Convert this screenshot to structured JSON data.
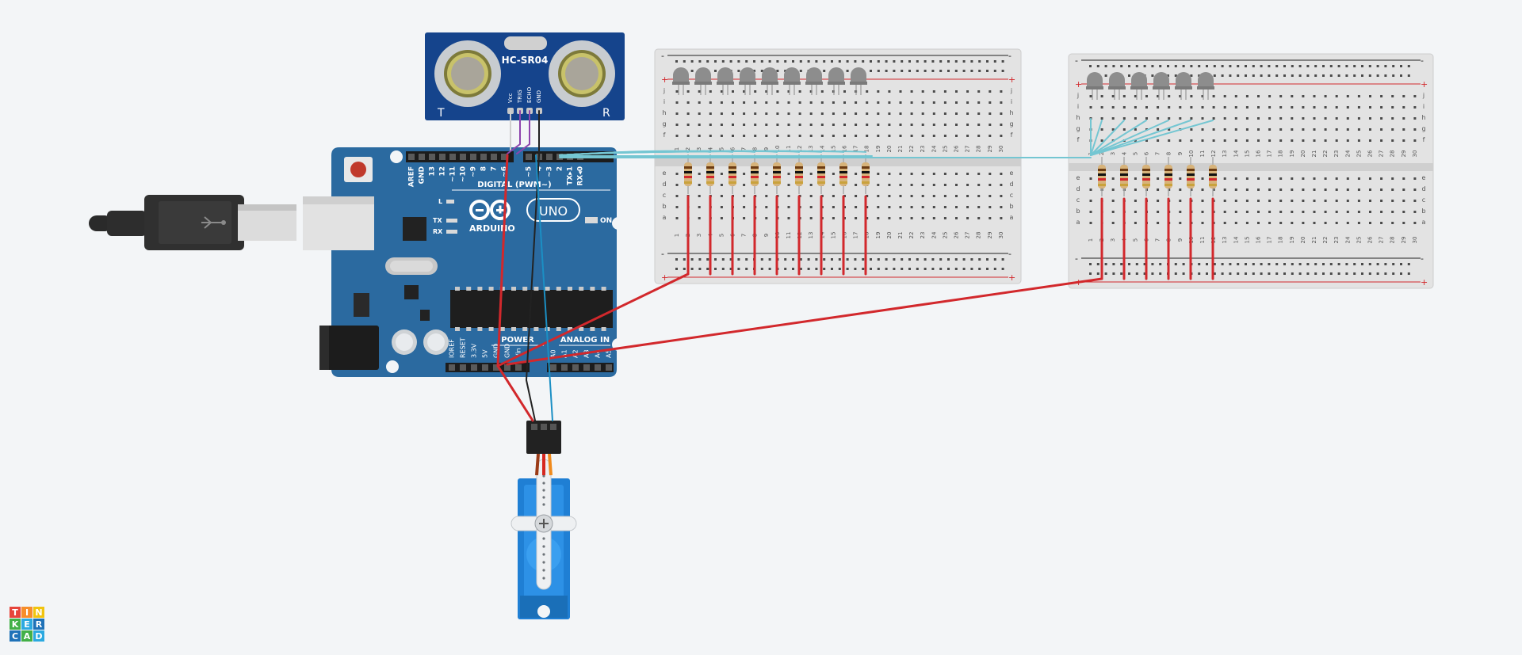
{
  "sensor": {
    "model": "HC-SR04",
    "pins": [
      "Vcc",
      "TRIG",
      "ECHO",
      "GND"
    ],
    "left_letter": "T",
    "right_letter": "R"
  },
  "arduino": {
    "brand": "ARDUINO",
    "model": "UNO",
    "digital_header": "DIGITAL (PWM~)",
    "digital_pins": [
      "AREF",
      "GND",
      "13",
      "12",
      "~11",
      "~10",
      "~9",
      "8",
      "7",
      "~6",
      "~5",
      "4",
      "~3",
      "2",
      "TX▸1",
      "RX◂0"
    ],
    "power_header": "POWER",
    "power_pins": [
      "IOREF",
      "RESET",
      "3.3V",
      "5V",
      "GND",
      "GND",
      "Vin"
    ],
    "analog_header": "ANALOG IN",
    "analog_pins": [
      "A0",
      "A1",
      "A2",
      "A3",
      "A4",
      "A5"
    ],
    "led_labels": [
      "L",
      "TX",
      "RX"
    ],
    "on_label": "ON"
  },
  "breadboard": {
    "row_letters_top": [
      "j",
      "i",
      "h",
      "g",
      "f"
    ],
    "row_letters_bottom": [
      "e",
      "d",
      "c",
      "b",
      "a"
    ],
    "rail_plus": "+",
    "rail_minus": "-",
    "columns": [
      "1",
      "2",
      "3",
      "4",
      "5",
      "6",
      "7",
      "8",
      "9",
      "10",
      "11",
      "12",
      "13",
      "14",
      "15",
      "16",
      "17",
      "18",
      "19",
      "20",
      "21",
      "22",
      "23",
      "24",
      "25",
      "26",
      "27",
      "28",
      "29",
      "30"
    ]
  },
  "logo": {
    "letters": [
      "T",
      "I",
      "N",
      "K",
      "E",
      "R",
      "C",
      "A",
      "D"
    ],
    "colors": [
      "#e6453c",
      "#f68d2b",
      "#f1c40f",
      "#43b047",
      "#2ba9e0",
      "#1f72b8",
      "#1f72b8",
      "#43b047",
      "#2ba9e0"
    ]
  },
  "colors": {
    "background": "#f3f5f7",
    "board": "#2b6aa0",
    "sensor_board": "#15448c",
    "led": "#8d8d8d",
    "power_wire": "#d2282c",
    "signal_wire": "#74c6d2",
    "ground_wire": "#222222",
    "servo": "#1f7fd4"
  }
}
